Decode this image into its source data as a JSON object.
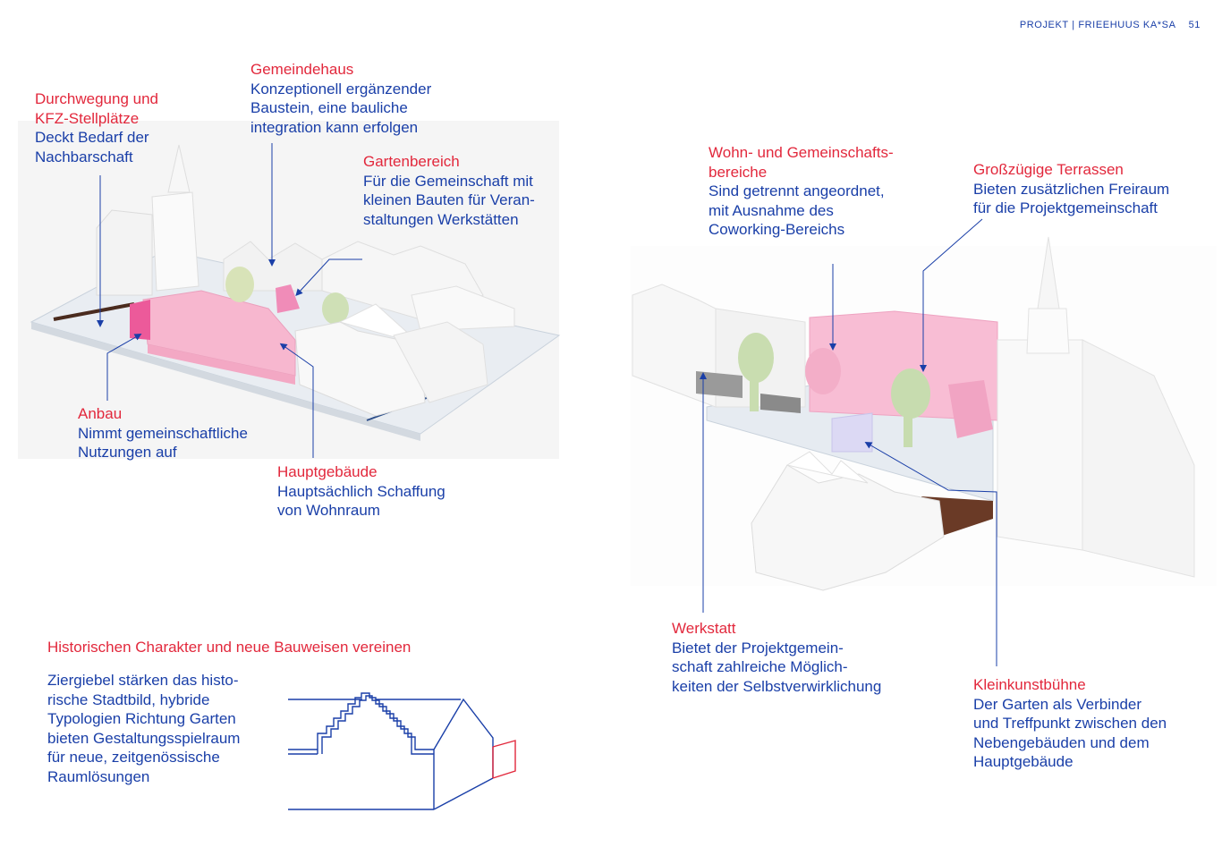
{
  "header": {
    "title": "PROJEKT | FRIEEHUUS KA*SA",
    "page_number": "51"
  },
  "labels": {
    "durchwegung": {
      "title": "Durchwegung und\nKFZ-Stellplätze",
      "body": "Deckt Bedarf der\nNachbarschaft"
    },
    "gemeindehaus": {
      "title": "Gemeindehaus",
      "body": "Konzeptionell ergänzender\nBaustein, eine bauliche\nintegration kann erfolgen"
    },
    "gartenbereich": {
      "title": "Gartenbereich",
      "body": "Für die Gemeinschaft mit\nkleinen Bauten für Veran-\nstaltungen Werkstätten"
    },
    "anbau": {
      "title": "Anbau",
      "body": "Nimmt gemeinschaftliche\nNutzungen auf"
    },
    "hauptgebaeude": {
      "title": "Hauptgebäude",
      "body": "Hauptsächlich Schaffung\nvon Wohnraum"
    },
    "wohn": {
      "title": "Wohn- und Gemeinschafts-\nbereiche",
      "body": "Sind getrennt angeordnet,\nmit Ausnahme des\nCoworking-Bereichs"
    },
    "terrassen": {
      "title": "Großzügige Terrassen",
      "body": "Bieten zusätzlichen Freiraum\nfür die Projektgemeinschaft"
    },
    "werkstatt": {
      "title": "Werkstatt",
      "body": "Bietet der Projektgemein-\nschaft zahlreiche Möglich-\nkeiten der Selbstverwirklichung"
    },
    "kleinkunst": {
      "title": "Kleinkunstbühne",
      "body": "Der Garten als Verbinder\nund Treffpunkt zwischen den\nNebengebäuden und dem\nHauptgebäude"
    }
  },
  "section": {
    "title": "Historischen Charakter und neue Bauweisen vereinen",
    "body": "Ziergiebel stärken das histo-\nrische Stadtbild, hybride\nTypologien Richtung Garten\nbieten Gestaltungsspielraum\nfür neue, zeitgenössische\nRaumlösungen"
  },
  "colors": {
    "accent_red": "#e2283c",
    "text_blue": "#1a3fa8",
    "model_pink": "#f7b7cf",
    "model_white": "#f4f4f4"
  }
}
